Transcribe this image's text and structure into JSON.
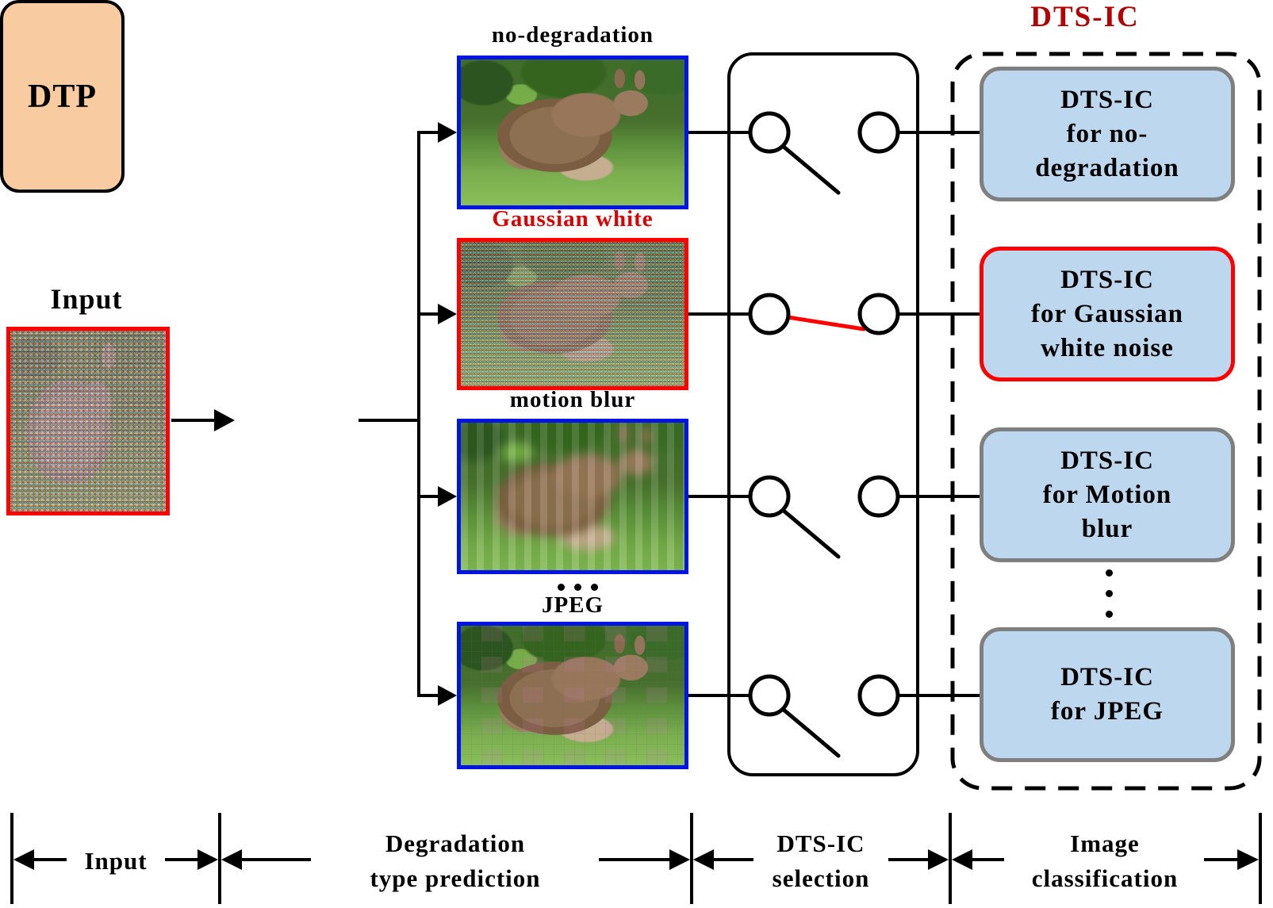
{
  "figure": {
    "title": "DTS-IC",
    "title_color": "#b40000"
  },
  "input": {
    "label": "Input",
    "border_color": "#ff0000",
    "image": "noisy-animal-photo"
  },
  "dtp": {
    "label": "DTP",
    "fill": "#f8cba1"
  },
  "degradations": [
    {
      "label": "no-degradation",
      "label_color": "#000000",
      "border_color": "#0014e6",
      "kind": "clean-kangaroo-photo"
    },
    {
      "label": "Gaussian white",
      "label_color": "#dd0000",
      "border_color": "#ff0000",
      "kind": "gaussian-noise-kangaroo-photo"
    },
    {
      "label": "motion blur",
      "label_color": "#000000",
      "border_color": "#0014e6",
      "kind": "motion-blur-kangaroo-photo"
    },
    {
      "label": "JPEG",
      "label_color": "#000000",
      "border_color": "#0014e6",
      "kind": "jpeg-compressed-kangaroo-photo"
    }
  ],
  "ellipses": {
    "horizontal_more_degradations": "...",
    "vertical_more_classifiers": "⋮"
  },
  "selector": {
    "closed_color": "#ff0000",
    "switches": [
      {
        "target": "no-degradation",
        "state": "open"
      },
      {
        "target": "Gaussian white",
        "state": "closed"
      },
      {
        "target": "motion blur",
        "state": "open"
      },
      {
        "target": "JPEG",
        "state": "open"
      }
    ]
  },
  "classifiers": [
    {
      "label": "DTS-IC\nfor no-\ndegradation",
      "border_color": "#7f7f7f",
      "fill": "#bdd7ee"
    },
    {
      "label": "DTS-IC\nfor Gaussian\nwhite noise",
      "border_color": "#ff0000",
      "fill": "#bdd7ee"
    },
    {
      "label": "DTS-IC\nfor Motion\nblur",
      "border_color": "#7f7f7f",
      "fill": "#bdd7ee"
    },
    {
      "label": "DTS-IC\nfor JPEG",
      "border_color": "#7f7f7f",
      "fill": "#bdd7ee"
    }
  ],
  "sections": [
    {
      "label": "Input"
    },
    {
      "label": "Degradation\ntype prediction"
    },
    {
      "label": "DTS-IC\nselection"
    },
    {
      "label": "Image\nclassification"
    }
  ]
}
